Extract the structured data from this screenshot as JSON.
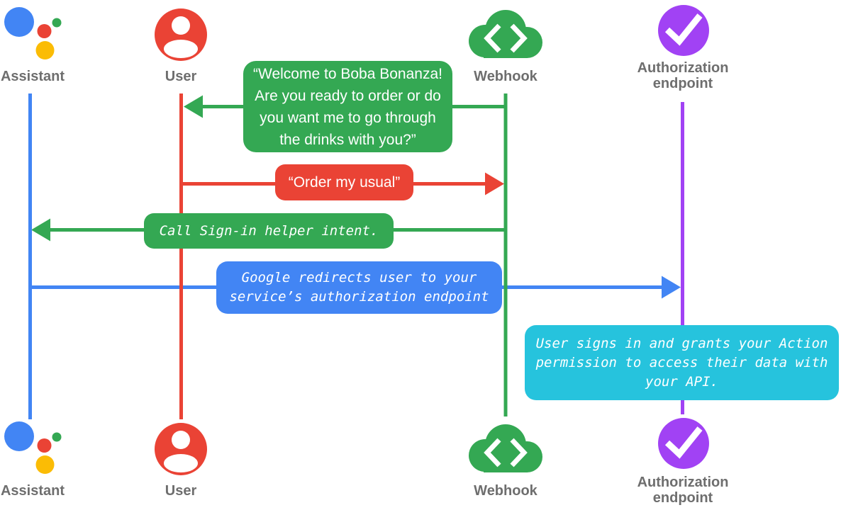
{
  "diagram": {
    "actors": [
      {
        "id": "assistant",
        "label": "Assistant",
        "color": "#4285f4",
        "icon": "google-assistant-icon"
      },
      {
        "id": "user",
        "label": "User",
        "color": "#ea4335",
        "icon": "user-avatar-icon"
      },
      {
        "id": "webhook",
        "label": "Webhook",
        "color": "#34a853",
        "icon": "cloud-code-icon"
      },
      {
        "id": "authorization_endpoint",
        "label": "Authorization\nendpoint",
        "color": "#a142f4",
        "icon": "checkmark-circle-icon"
      }
    ],
    "messages": [
      {
        "from": "webhook",
        "to": "user",
        "kind": "speech",
        "color": "#34a853",
        "text": "“Welcome to Boba Bonanza! Are you ready to order or do you want me to go through the drinks with you?”"
      },
      {
        "from": "user",
        "to": "webhook",
        "kind": "speech",
        "color": "#ea4335",
        "text": "“Order my usual”"
      },
      {
        "from": "webhook",
        "to": "assistant",
        "kind": "code",
        "color": "#34a853",
        "text": "Call Sign-in helper intent."
      },
      {
        "from": "assistant",
        "to": "authorization_endpoint",
        "kind": "code",
        "color": "#4285f4",
        "text": "Google redirects user to your service’s authorization endpoint"
      }
    ],
    "note": {
      "kind": "code",
      "color": "#26c3dd",
      "over": "authorization_endpoint",
      "text": "User signs in and grants your Action permission to access their data with your API."
    }
  }
}
